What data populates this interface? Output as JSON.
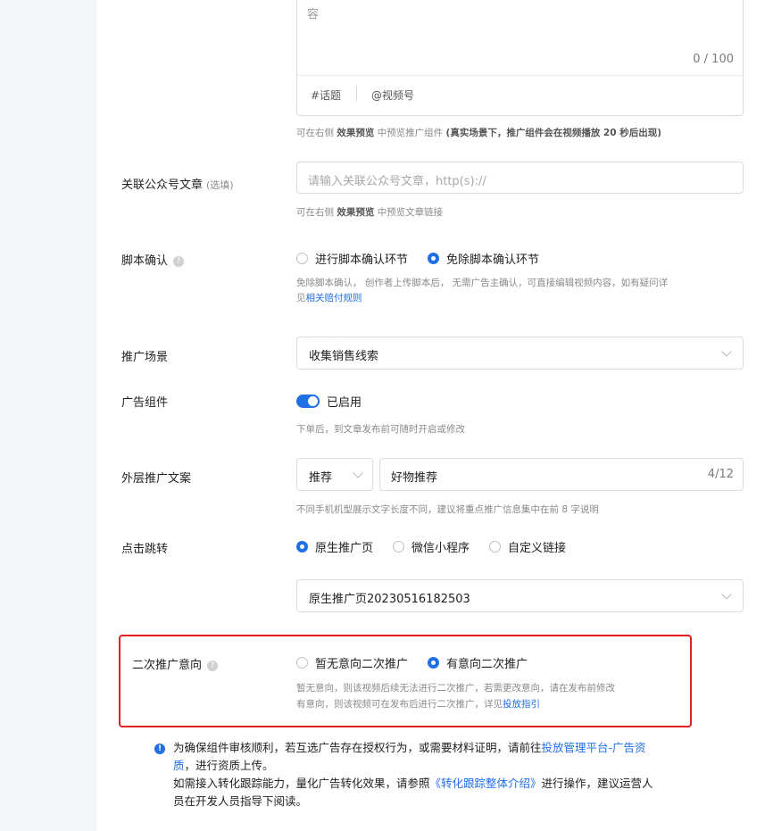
{
  "desc": {
    "trailing_char": "容",
    "counter": "0 / 100",
    "tag_topic": "#话题",
    "tag_channel": "@视频号",
    "hint_pre": "可在右侧",
    "hint_em": "效果预览",
    "hint_mid": "中预览推广组件",
    "hint_bold": "(真实场景下，推广组件会在视频播放 20 秒后出现)"
  },
  "article": {
    "label": "关联公众号文章",
    "optional": "(选填)",
    "placeholder": "请输入关联公众号文章，http(s)://",
    "hint_pre": "可在右侧",
    "hint_em": "效果预览",
    "hint_post": "中预览文章链接"
  },
  "script_confirm": {
    "label": "脚本确认",
    "options": [
      "进行脚本确认环节",
      "免除脚本确认环节"
    ],
    "selected": 1,
    "hint_line1": "免除脚本确认，  创作者上传脚本后，  无需广告主确认，可直接编辑视频内容，如有疑问详",
    "hint_line2_pre": "见",
    "hint_link": "相关赔付规则"
  },
  "scenario": {
    "label": "推广场景",
    "value": "收集销售线索"
  },
  "ad_component": {
    "label": "广告组件",
    "toggle_label": "已启用",
    "enabled": true,
    "hint": "下单后，到文章发布前可随时开启或修改"
  },
  "outer_copy": {
    "label": "外层推广文案",
    "type_value": "推荐",
    "text_value": "好物推荐",
    "counter": "4/12",
    "hint": "不同手机机型展示文字长度不同，建议将重点推广信息集中在前 8 字说明"
  },
  "click_jump": {
    "label": "点击跳转",
    "options": [
      "原生推广页",
      "微信小程序",
      "自定义链接"
    ],
    "selected": 0,
    "page_value": "原生推广页20230516182503"
  },
  "secondary": {
    "label": "二次推广意向",
    "options": [
      "暂无意向二次推广",
      "有意向二次推广"
    ],
    "selected": 1,
    "hint_line1": "暂无意向，则该视频后续无法进行二次推广，若需更改意向，请在发布前修改",
    "hint_line2_pre": "有意向，则该视频可在发布后进行二次推广，详见",
    "hint_link": "投放指引"
  },
  "notice": {
    "line1_pre": "为确保组件审核顺利，若互选广告存在授权行为，或需要材料证明，请前往",
    "line1_link": "投放管理平台-广告资",
    "line2_link": "质",
    "line2_post": "，进行资质上传。",
    "line3_pre": "如需接入转化跟踪能力，量化广告转化效果，请参照",
    "line3_link": "《转化跟踪整体介绍》",
    "line3_post": "进行操作，建议运营人",
    "line4": "员在开发人员指导下阅读。"
  },
  "colors": {
    "accent": "#1f6fe5",
    "highlight_border": "#e02020"
  }
}
